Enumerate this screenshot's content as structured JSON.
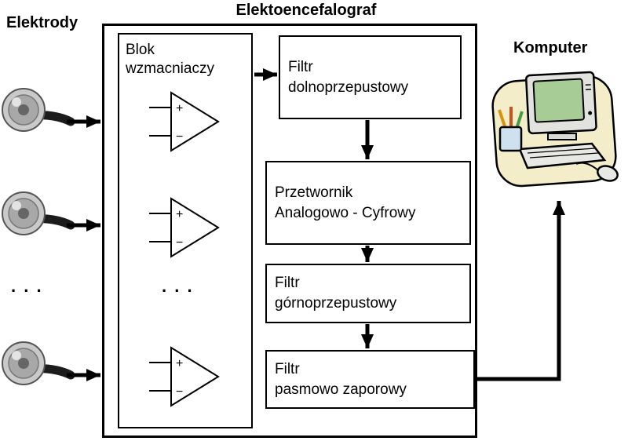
{
  "title": "Elektoencefalograf",
  "labels": {
    "electrodes": "Elektrody",
    "computer": "Komputer"
  },
  "amplifier_block": {
    "line1": "Blok",
    "line2": "wzmacniaczy",
    "plus": "+",
    "minus": "−",
    "dots": ". . ."
  },
  "electrode_dots": ". . .",
  "boxes": {
    "lowpass": {
      "line1": "Filtr",
      "line2": "dolnoprzepustowy"
    },
    "adc": {
      "line1": "Przetwornik",
      "line2": "Analogowo - Cyfrowy"
    },
    "highpass": {
      "line1": "Filtr",
      "line2": "górnoprzepustowy"
    },
    "bandstop": {
      "line1": "Filtr",
      "line2": "pasmowo zaporowy"
    }
  },
  "colors": {
    "outline": "#000000",
    "screen": "#a8cc96",
    "clipart_bg": "#f3eec9"
  }
}
